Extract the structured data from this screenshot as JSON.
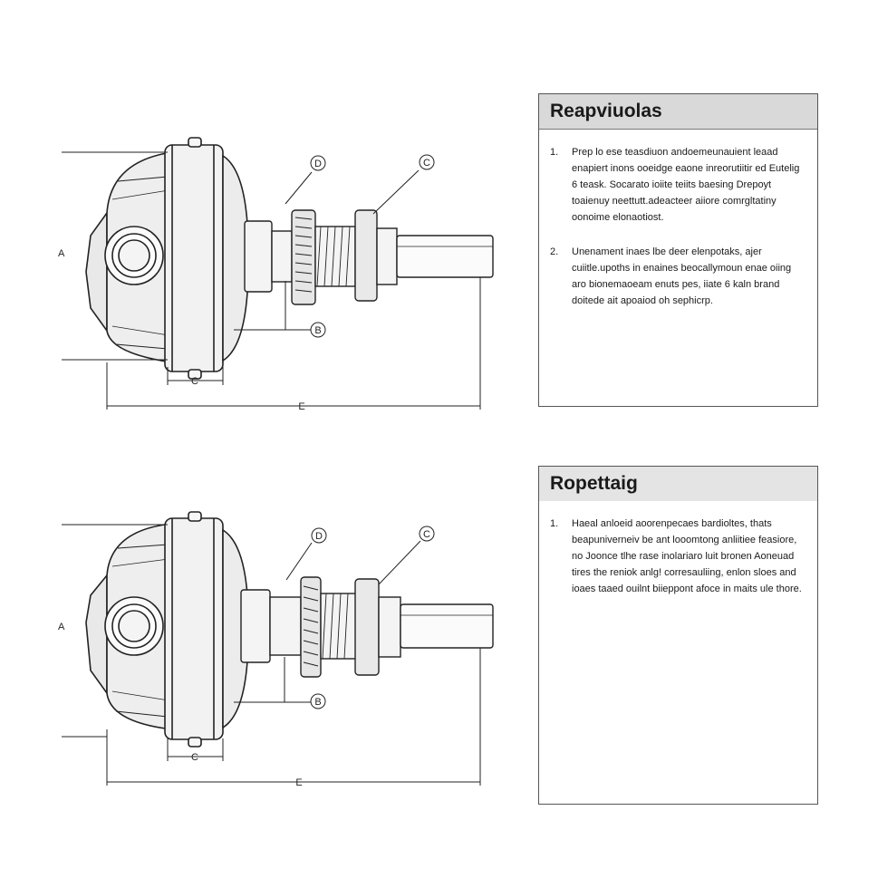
{
  "figures": [
    {
      "labels": {
        "a": "A",
        "b": "B",
        "c_top": "C",
        "c_bottom": "C",
        "d": "D",
        "e": "E"
      }
    },
    {
      "labels": {
        "a": "A",
        "b": "B",
        "c_top": "C",
        "c_bottom": "C",
        "d": "D",
        "e": "E"
      }
    }
  ],
  "panels": [
    {
      "title": "Reapviuolas",
      "notes": [
        {
          "num": "1.",
          "text": "Prep lo ese teasdiuon andoemeunauient leaad enapiert inons ooeidge eaone inreorutiitir ed Eutelig 6 teask. Socarato ioiite teiits baesing Drepoyt toaienuy neettutt.adeacteer aiiore comrgltatiny oonoime elonaotiost."
        },
        {
          "num": "2.",
          "text": "Unenament inaes lbe deer elenpotaks, ajer cuiitle.upoths in enaines beocallymoun enae oiing aro bionemaoeam enuts pes, iiate 6 kaln brand doitede ait apoaiod oh sephicrp."
        }
      ]
    },
    {
      "title": "Ropettaig",
      "notes": [
        {
          "num": "1.",
          "text": "Haeal anloeid aoorenpecaes bardioltes, thats beapuniverneiv be ant looomtong anliitiee feasiore, no Joonce tlhe rase inolariaro luit bronen Aoneuad tires the reniok anlg! corresauliing, enlon sloes and ioaes taaed ouilnt biieppont afoce in maits ule thore."
        }
      ]
    }
  ]
}
